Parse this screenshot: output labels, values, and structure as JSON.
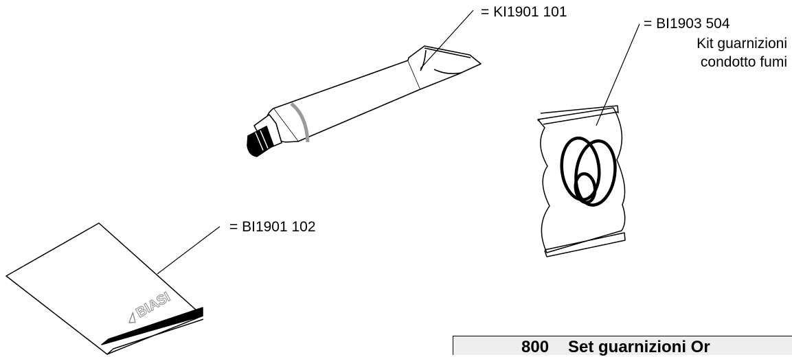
{
  "callouts": {
    "tube": "= KI1901 101",
    "kit_code": "= BI1903 504",
    "kit_line1": "Kit guarnizioni",
    "kit_line2": "condotto fumi",
    "manual": "= BI1901 102"
  },
  "manual_logo_text": "BIASI",
  "title_block": {
    "number": "800",
    "title": "Set guarnizioni Or"
  },
  "colors": {
    "line": "#000000",
    "tube_band": "#9a9a9a",
    "title_bg": "#eeeeee"
  }
}
